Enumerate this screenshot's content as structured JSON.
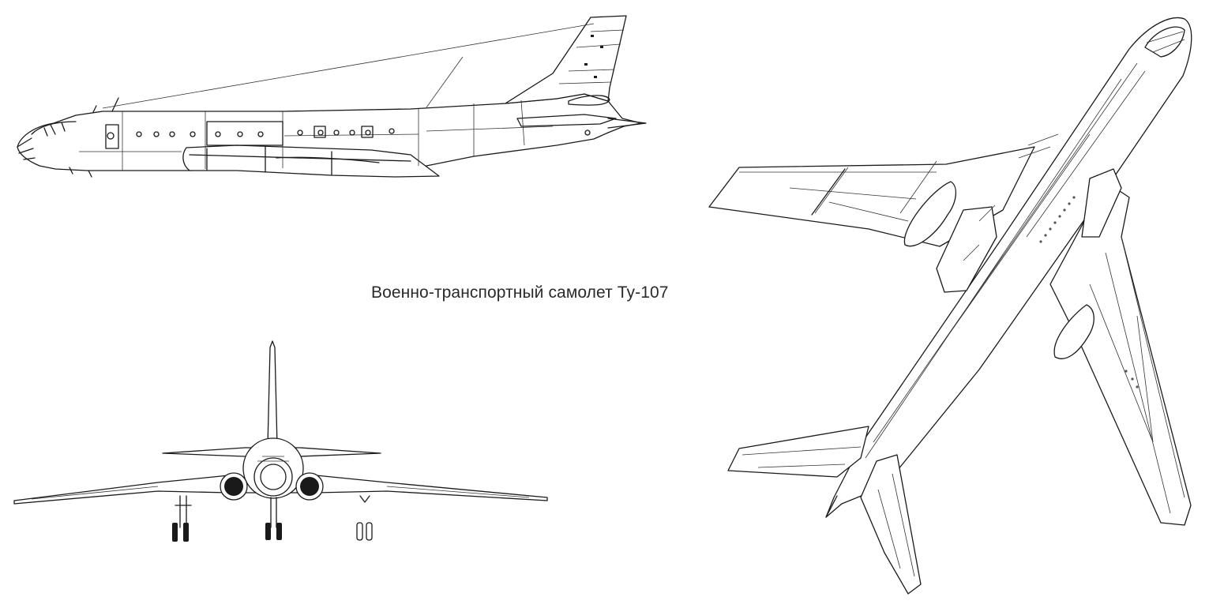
{
  "caption": "Военно-транспортный самолет Ту-107",
  "views": [
    {
      "name": "side-view"
    },
    {
      "name": "front-view"
    },
    {
      "name": "top-view"
    }
  ]
}
